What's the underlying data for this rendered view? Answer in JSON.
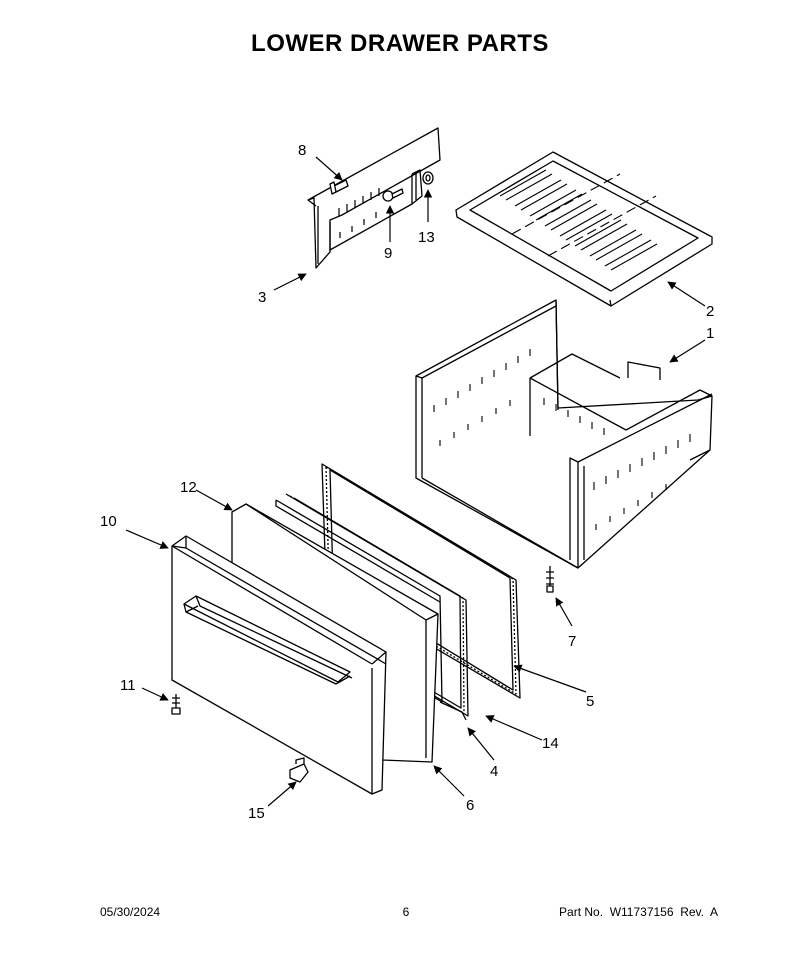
{
  "title": "LOWER DRAWER PARTS",
  "callouts": {
    "c1": "1",
    "c2": "2",
    "c3": "3",
    "c4": "4",
    "c5": "5",
    "c6": "6",
    "c7": "7",
    "c8": "8",
    "c9": "9",
    "c10": "10",
    "c11": "11",
    "c12": "12",
    "c13": "13",
    "c14": "14",
    "c15": "15"
  },
  "footer": {
    "date": "05/30/2024",
    "page": "6",
    "part_no": "Part No.  W11737156  Rev.  A"
  }
}
